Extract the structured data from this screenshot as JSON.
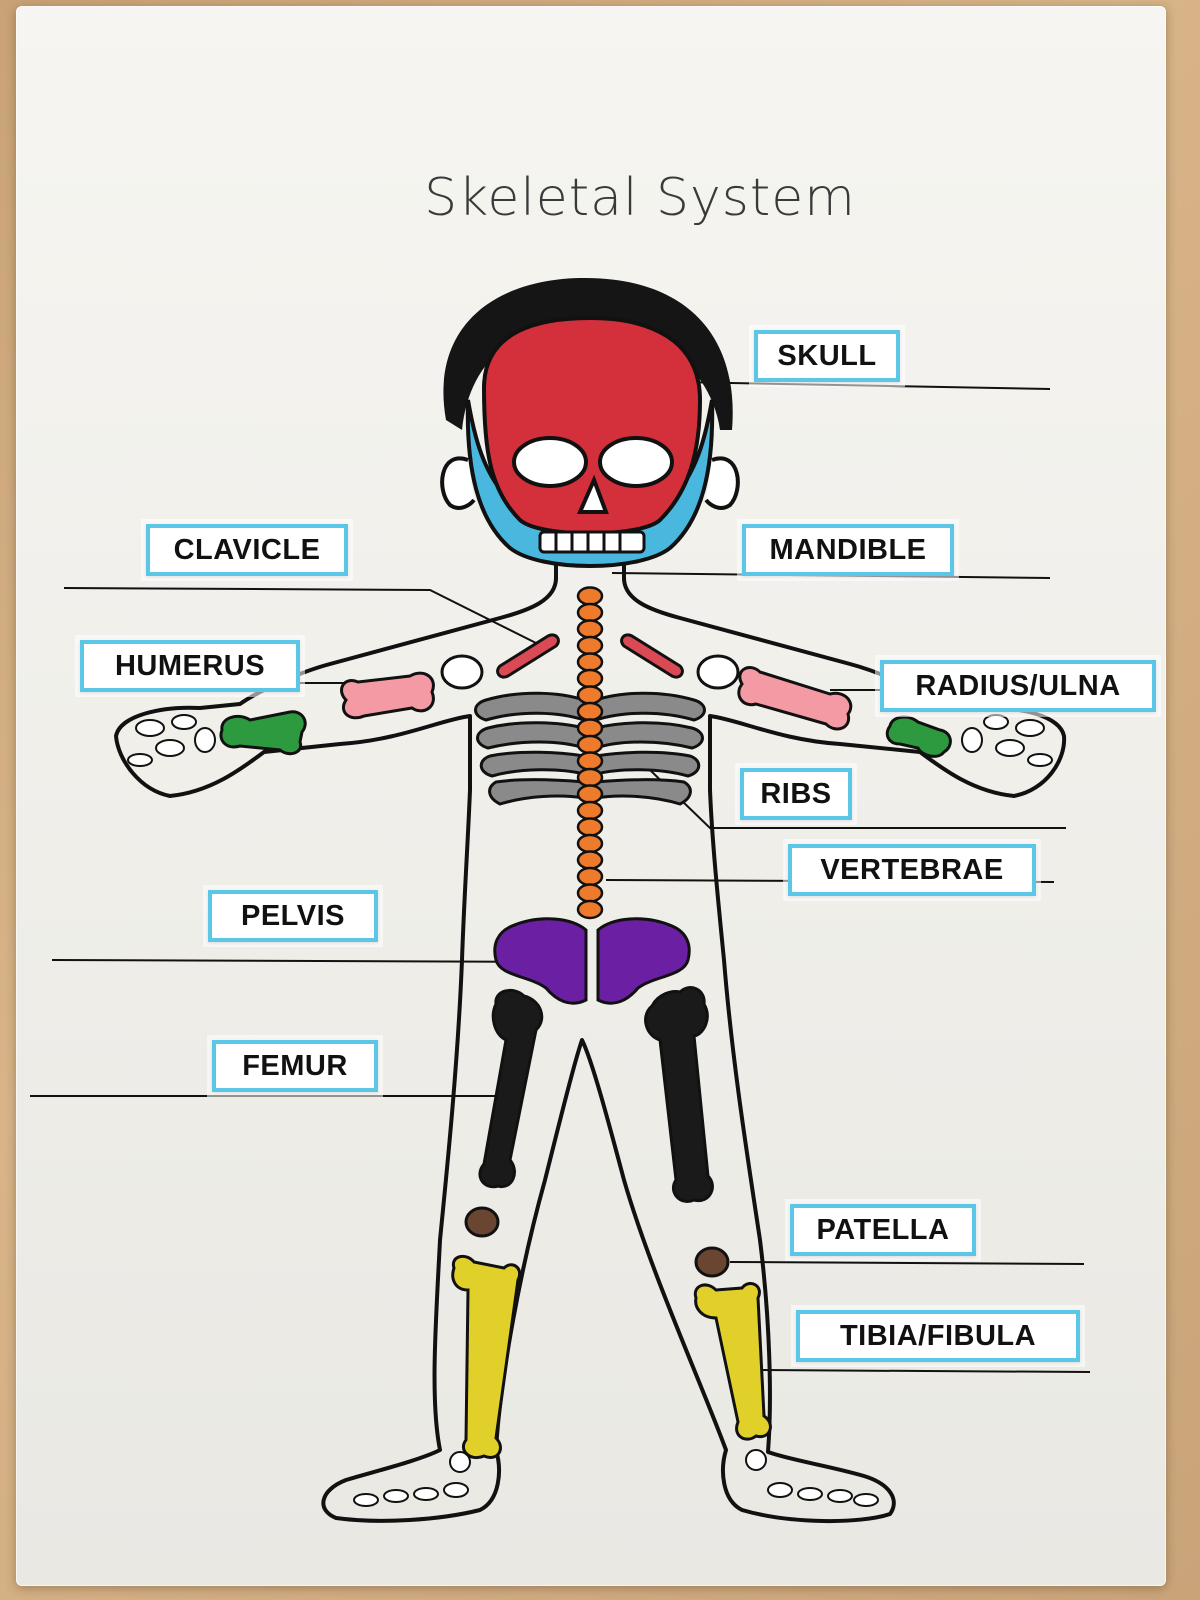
{
  "title": "Skeletal System",
  "labels": {
    "skull": "SKULL",
    "clavicle": "CLAVICLE",
    "mandible": "MANDIBLE",
    "humerus": "HUMERUS",
    "radius_ulna": "RADIUS/ULNA",
    "ribs": "RIBS",
    "vertebrae": "VERTEBRAE",
    "pelvis": "PELVIS",
    "femur": "FEMUR",
    "patella": "PATELLA",
    "tibia_fibula": "TIBIA/FIBULA"
  },
  "colors": {
    "skull": "#d4303b",
    "mandible": "#4ab7de",
    "clavicle": "#d94a55",
    "humerus": "#f39aa5",
    "radius_ulna": "#f39aa5",
    "wrist": "#2e9a3f",
    "ribs": "#8a8a8a",
    "vertebrae": "#ee7a2c",
    "pelvis": "#6b1fa3",
    "femur": "#1a1a1a",
    "patella": "#6a4632",
    "tibia_fibula": "#e2d02a",
    "label_border": "#5cc6e6"
  }
}
